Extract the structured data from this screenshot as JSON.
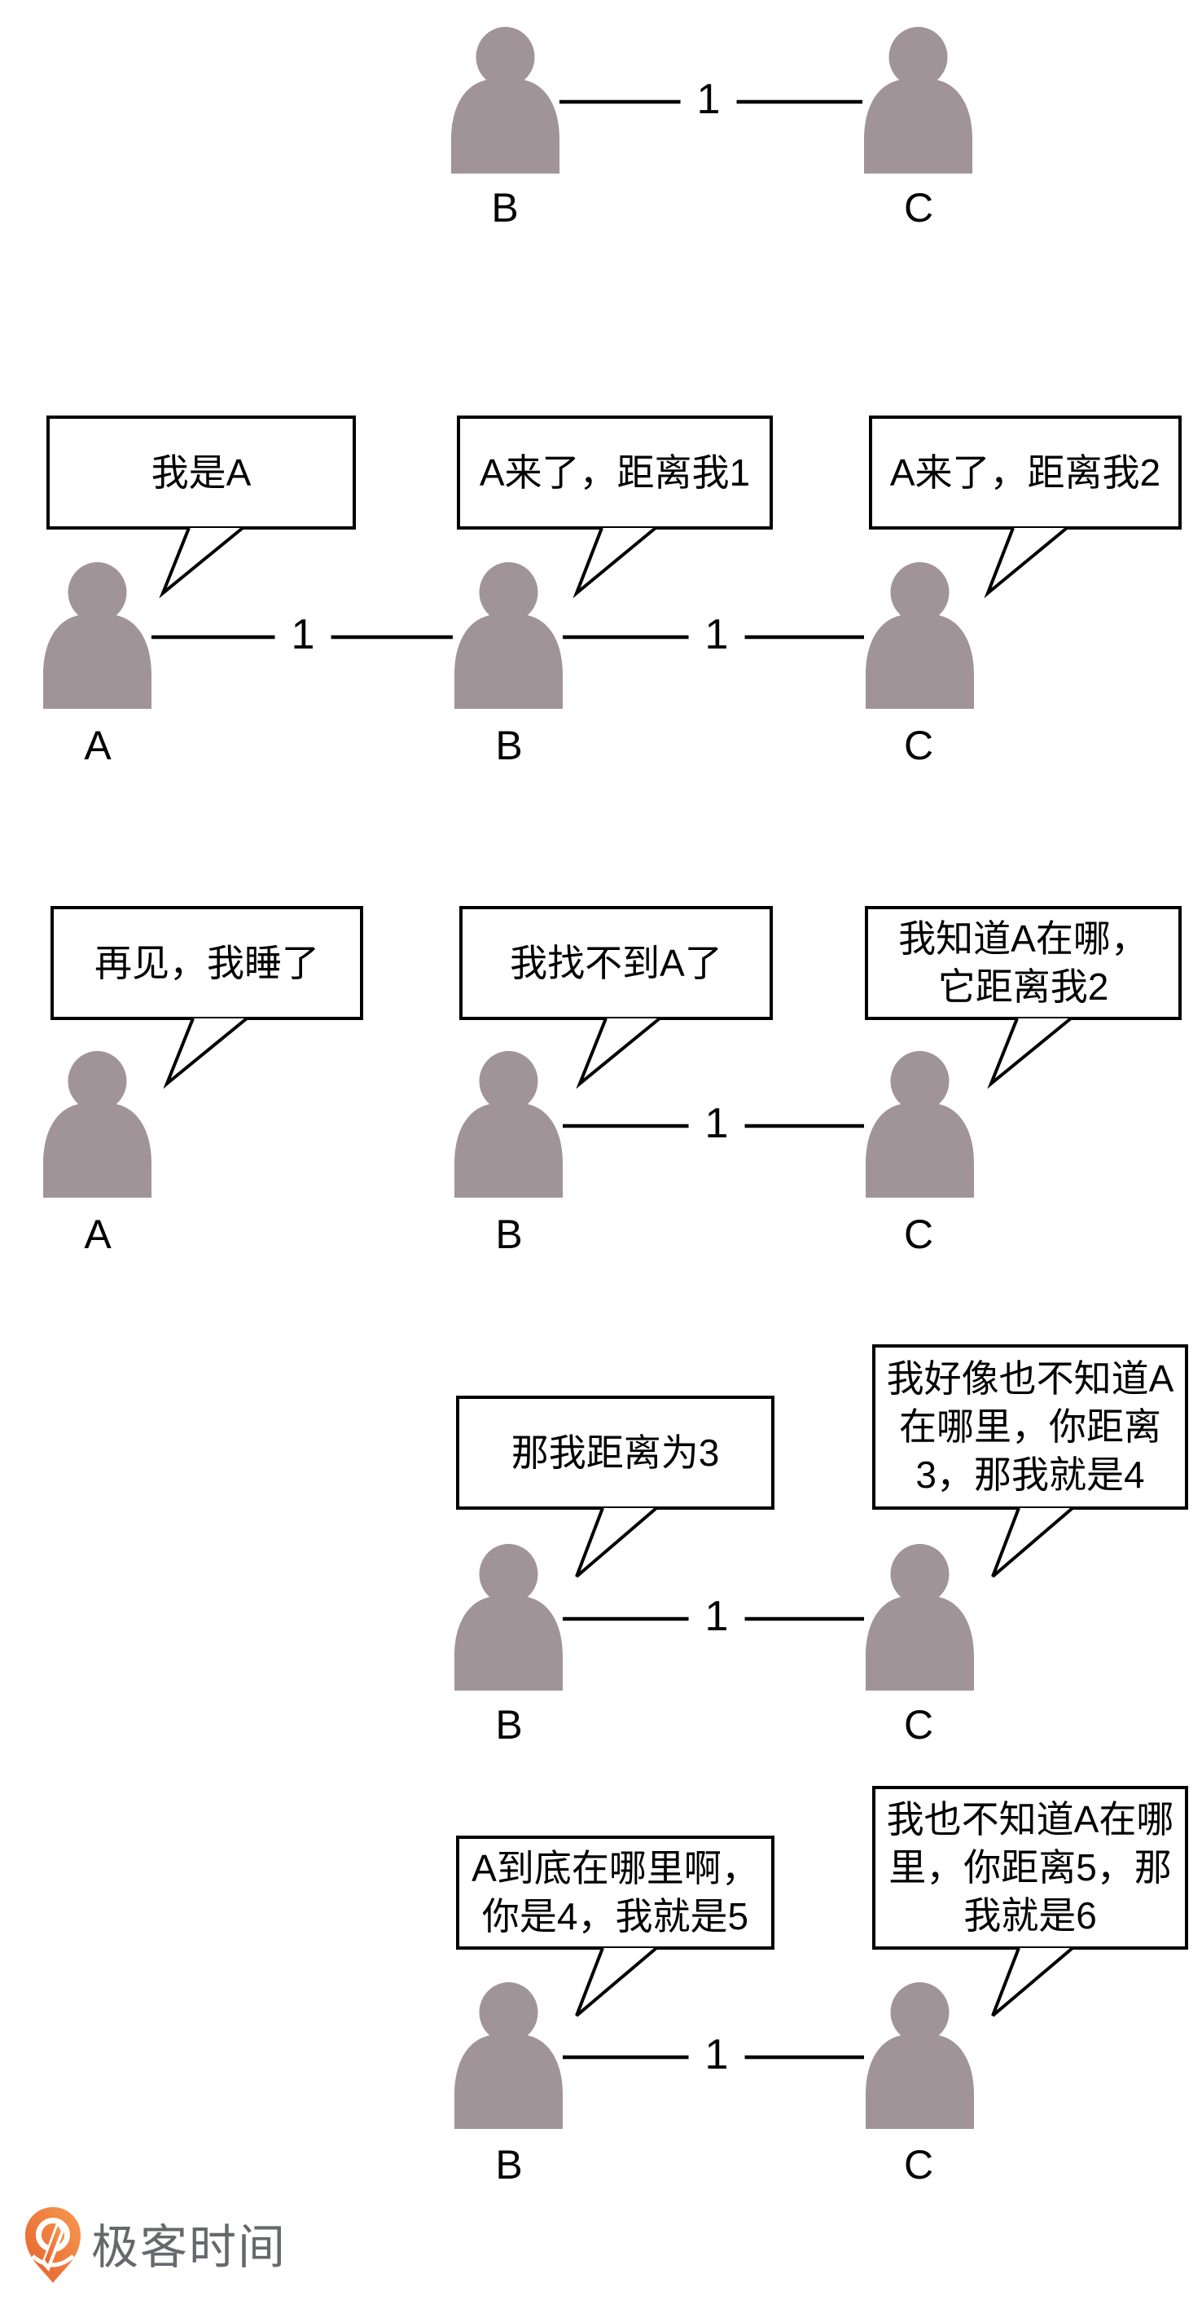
{
  "colors": {
    "person": "#a19499",
    "line": "#000000",
    "bubble_border": "#000000",
    "bubble_bg": "#ffffff",
    "logo_orange_dark": "#e55f2a",
    "logo_orange_light": "#f79a52",
    "logo_text_gray": "#66686c"
  },
  "rows": [
    {
      "id": "step-1",
      "persons": [
        {
          "label": "B"
        },
        {
          "label": "C"
        }
      ],
      "edges": [
        {
          "from": "B",
          "to": "C",
          "label": "1"
        }
      ],
      "bubbles": []
    },
    {
      "id": "step-2",
      "persons": [
        {
          "label": "A"
        },
        {
          "label": "B"
        },
        {
          "label": "C"
        }
      ],
      "edges": [
        {
          "from": "A",
          "to": "B",
          "label": "1"
        },
        {
          "from": "B",
          "to": "C",
          "label": "1"
        }
      ],
      "bubbles": [
        {
          "speaker": "A",
          "text": "我是A"
        },
        {
          "speaker": "B",
          "text": "A来了，距离我1"
        },
        {
          "speaker": "C",
          "text": "A来了，距离我2"
        }
      ]
    },
    {
      "id": "step-3",
      "persons": [
        {
          "label": "A"
        },
        {
          "label": "B"
        },
        {
          "label": "C"
        }
      ],
      "edges": [
        {
          "from": "B",
          "to": "C",
          "label": "1"
        }
      ],
      "bubbles": [
        {
          "speaker": "A",
          "text": "再见，我睡了"
        },
        {
          "speaker": "B",
          "text": "我找不到A了"
        },
        {
          "speaker": "C",
          "text": "我知道A在哪，\n它距离我2"
        }
      ]
    },
    {
      "id": "step-4",
      "persons": [
        {
          "label": "B"
        },
        {
          "label": "C"
        }
      ],
      "edges": [
        {
          "from": "B",
          "to": "C",
          "label": "1"
        }
      ],
      "bubbles": [
        {
          "speaker": "B",
          "text": "那我距离为3"
        },
        {
          "speaker": "C",
          "text": "我好像也不知道A\n在哪里，你距离\n3，那我就是4"
        }
      ]
    },
    {
      "id": "step-5",
      "persons": [
        {
          "label": "B"
        },
        {
          "label": "C"
        }
      ],
      "edges": [
        {
          "from": "B",
          "to": "C",
          "label": "1"
        }
      ],
      "bubbles": [
        {
          "speaker": "B",
          "text": "A到底在哪里啊，\n你是4，我就是5"
        },
        {
          "speaker": "C",
          "text": "我也不知道A在哪\n里，你距离5，那\n我就是6"
        }
      ]
    }
  ],
  "footer": {
    "logo_text": "极客时间"
  }
}
